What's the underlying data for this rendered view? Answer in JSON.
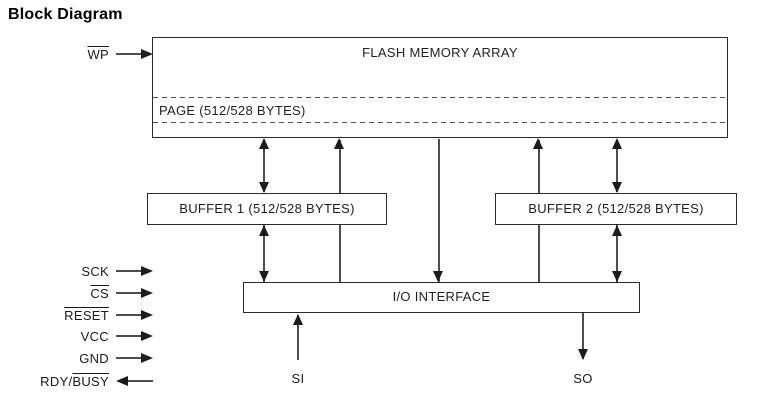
{
  "title": "Block Diagram",
  "diagram": {
    "flash": {
      "label": "FLASH MEMORY ARRAY",
      "page_label": "PAGE (512/528 BYTES)"
    },
    "buffer1": {
      "label": "BUFFER 1 (512/528 BYTES)"
    },
    "buffer2": {
      "label": "BUFFER 2 (512/528 BYTES)"
    },
    "io_interface": {
      "label": "I/O INTERFACE"
    },
    "signals_left": [
      {
        "plain": "",
        "over": "WP",
        "direction": "in"
      },
      {
        "plain": "SCK",
        "over": "",
        "direction": "in"
      },
      {
        "plain": "",
        "over": "CS",
        "direction": "in"
      },
      {
        "plain": "",
        "over": "RESET",
        "direction": "in"
      },
      {
        "plain": "VCC",
        "over": "",
        "direction": "in"
      },
      {
        "plain": "GND",
        "over": "",
        "direction": "in"
      },
      {
        "plain": "RDY/",
        "over": "BUSY",
        "direction": "out"
      }
    ],
    "signals_bottom": [
      {
        "name": "SI",
        "direction": "in"
      },
      {
        "name": "SO",
        "direction": "out"
      }
    ]
  },
  "colors": {
    "background": "#ffffff",
    "text": "#1a1a1a",
    "line": "#4d4d4d",
    "border": "#2a2a2a"
  }
}
